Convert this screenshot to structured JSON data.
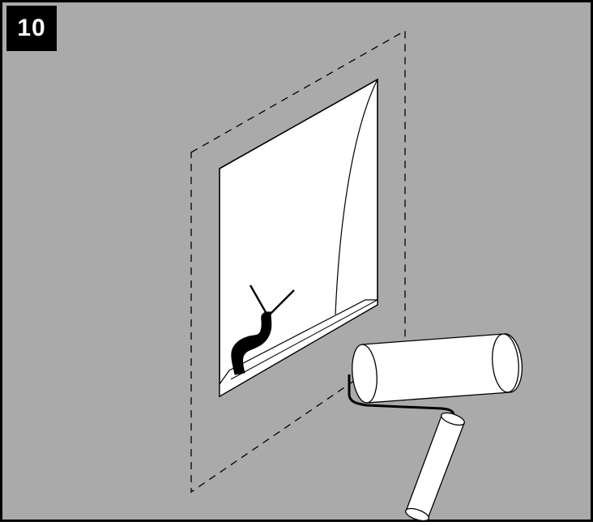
{
  "step": {
    "number": "10"
  },
  "colors": {
    "background": "#aaaaaa",
    "outline": "#000000",
    "fill": "#ffffff",
    "badge": "#000000"
  },
  "illustration": {
    "elements": [
      "wall-panel",
      "dashed-guide-outline",
      "wall-recess-opening",
      "window-sill",
      "cable-conduit",
      "paint-roller"
    ]
  }
}
